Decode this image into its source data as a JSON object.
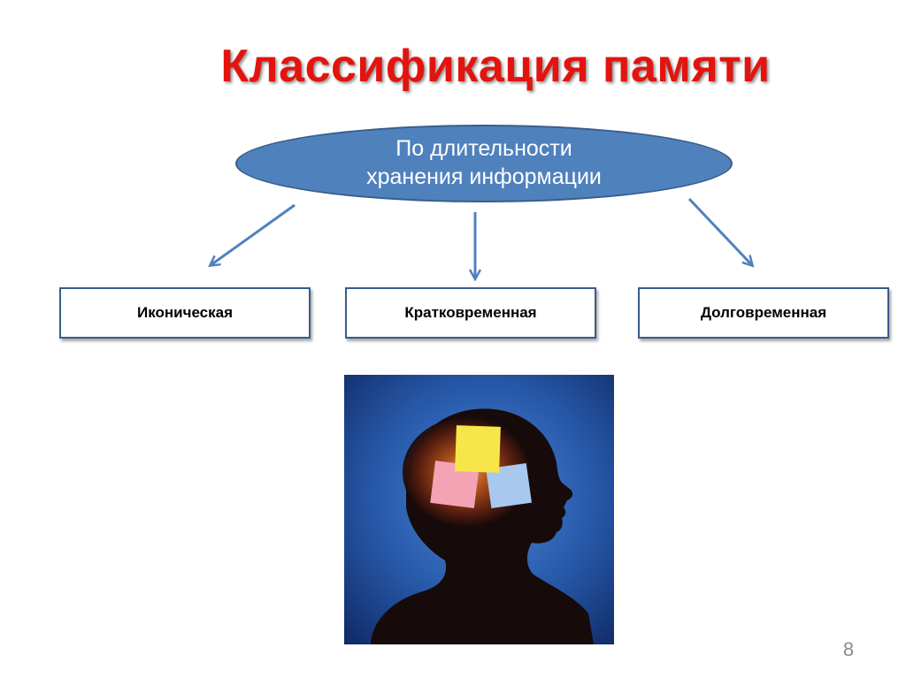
{
  "slide": {
    "title": "Классификация памяти",
    "root_node": {
      "line1": "По длительности",
      "line2": "хранения информации"
    },
    "categories": [
      {
        "label": "Иконическая"
      },
      {
        "label": "Кратковременная"
      },
      {
        "label": "Долговременная"
      }
    ],
    "illustration": {
      "icon": "head-silhouette-with-sticky-notes-icon",
      "note_colors": [
        "#f7e64a",
        "#f4a3b4",
        "#a8c8ee"
      ]
    },
    "page_number": "8"
  },
  "colors": {
    "title": "#e3140e",
    "ellipse_fill": "#4f81bd",
    "ellipse_border": "#385d8a",
    "arrow": "#4f81bd",
    "box_border": "#385d8a"
  }
}
